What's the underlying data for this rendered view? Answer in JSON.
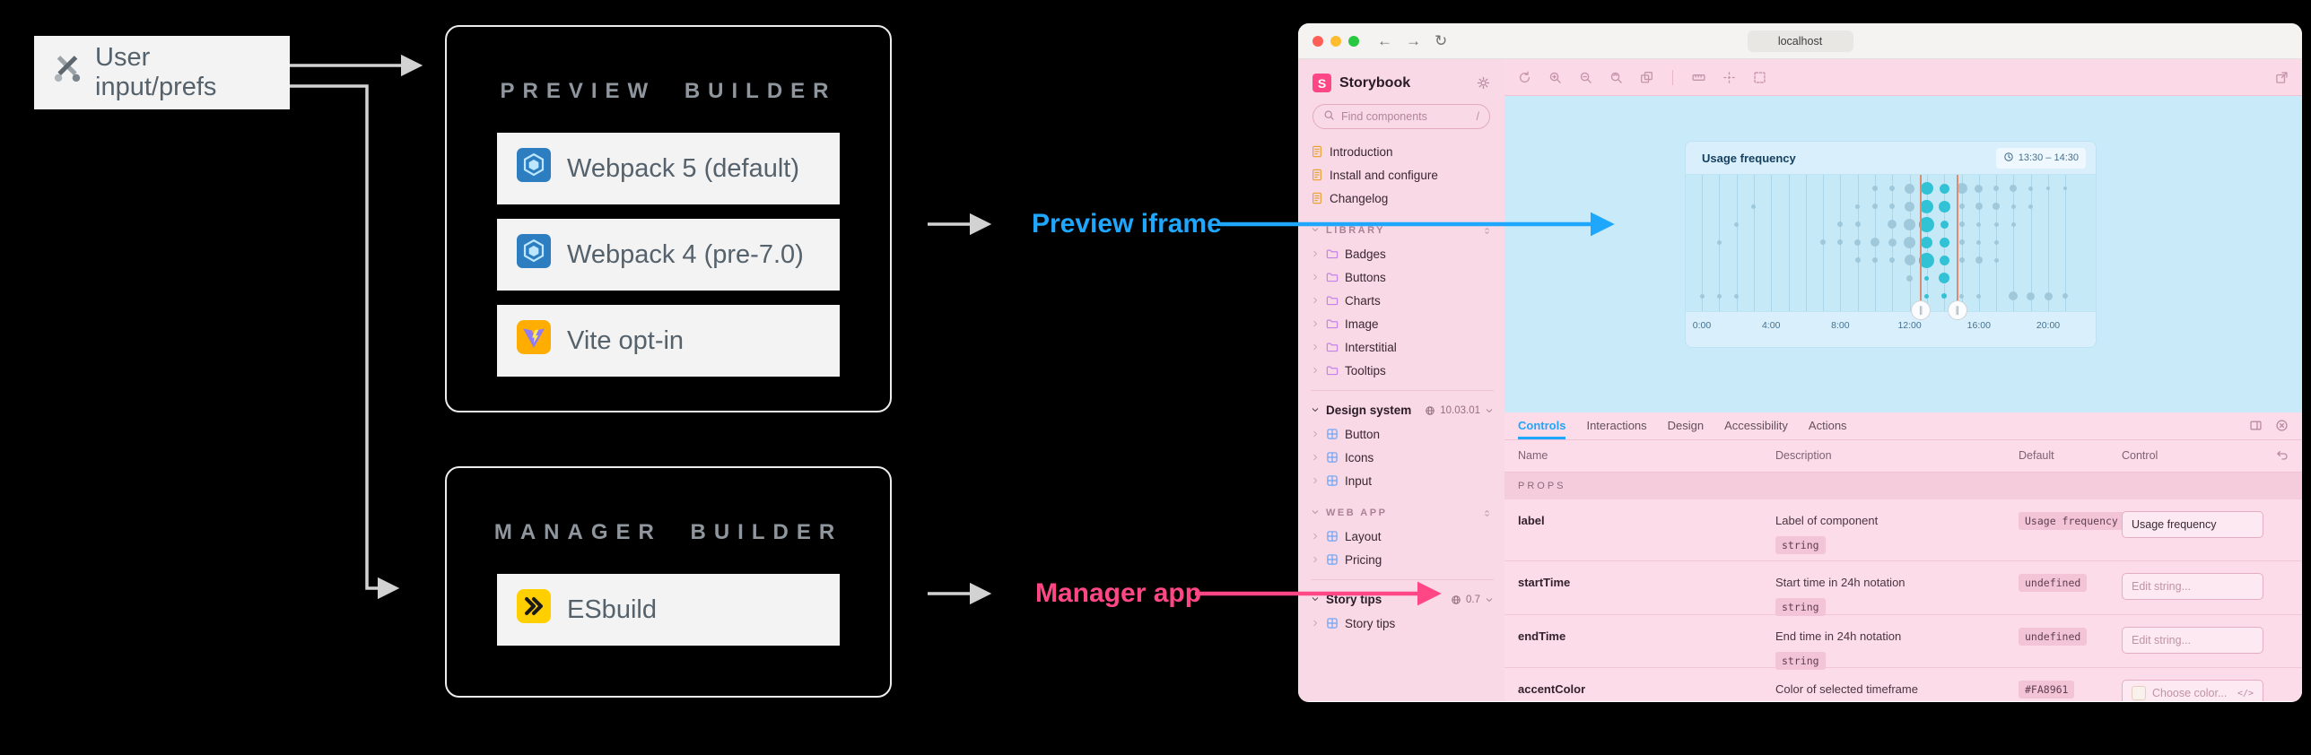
{
  "diagram": {
    "user_box": {
      "label": "User input/prefs",
      "icon": "tools-icon"
    },
    "preview_builder": {
      "title": "PREVIEW BUILDER",
      "items": [
        {
          "icon": "webpack-icon",
          "label": "Webpack 5 (default)"
        },
        {
          "icon": "webpack-icon",
          "label": "Webpack 4 (pre-7.0)"
        },
        {
          "icon": "vite-icon",
          "label": "Vite opt-in"
        }
      ]
    },
    "manager_builder": {
      "title": "MANAGER BUILDER",
      "items": [
        {
          "icon": "esbuild-icon",
          "label": "ESbuild"
        }
      ]
    },
    "preview_label": "Preview iframe",
    "manager_label": "Manager app",
    "colors": {
      "preview": "#1EA7FD",
      "manager": "#FF4785",
      "arrow": "#D2D2D2"
    }
  },
  "browser": {
    "url": "localhost"
  },
  "storybook": {
    "brand": "Storybook",
    "search": {
      "placeholder": "Find components",
      "shortcut": "/"
    },
    "sidebar": {
      "docs": [
        "Introduction",
        "Install and configure",
        "Changelog"
      ],
      "library": {
        "label": "LIBRARY",
        "items": [
          "Badges",
          "Buttons",
          "Charts",
          "Image",
          "Interstitial",
          "Tooltips"
        ]
      },
      "design_system": {
        "label": "Design system",
        "version": "10.03.01",
        "items": [
          "Button",
          "Icons",
          "Input"
        ]
      },
      "web_app": {
        "label": "WEB APP",
        "items": [
          "Layout",
          "Pricing"
        ]
      },
      "story_tips": {
        "label": "Story tips",
        "version": "0.7",
        "items": [
          "Story tips"
        ]
      }
    },
    "toolbar_icons": [
      "sync-icon",
      "zoom-in-icon",
      "zoom-out-icon",
      "zoom-reset-icon",
      "background-icon",
      "divider",
      "ruler-icon",
      "grid-icon",
      "outline-icon"
    ],
    "external_icon": "external-link-icon",
    "panel": {
      "tabs": [
        {
          "label": "Controls",
          "active": true
        },
        {
          "label": "Interactions",
          "active": false
        },
        {
          "label": "Design",
          "active": false
        },
        {
          "label": "Accessibility",
          "active": false
        },
        {
          "label": "Actions",
          "active": false
        }
      ],
      "columns": [
        "Name",
        "Description",
        "Default",
        "Control"
      ],
      "section": "PROPS",
      "rows": [
        {
          "name": "label",
          "description": "Label of component",
          "type": "string",
          "default_value": "Usage frequency",
          "control": {
            "kind": "text",
            "value": "Usage frequency",
            "placeholder": ""
          }
        },
        {
          "name": "startTime",
          "description": "Start time in 24h notation",
          "type": "string",
          "default_value": "undefined",
          "control": {
            "kind": "text",
            "value": "",
            "placeholder": "Edit string..."
          }
        },
        {
          "name": "endTime",
          "description": "End time in 24h notation",
          "type": "string",
          "default_value": "undefined",
          "control": {
            "kind": "text",
            "value": "",
            "placeholder": "Edit string..."
          }
        },
        {
          "name": "accentColor",
          "description": "Color of selected timeframe",
          "type": "",
          "default_value": "#FA8961",
          "control": {
            "kind": "color",
            "value": "",
            "placeholder": "Choose color..."
          }
        }
      ]
    }
  },
  "chart_data": {
    "type": "scatter",
    "title": "Usage frequency",
    "time_range_badge": "13:30 – 14:30",
    "x_ticks": [
      {
        "label": "0:00",
        "hour": 0
      },
      {
        "label": "4:00",
        "hour": 4
      },
      {
        "label": "8:00",
        "hour": 8
      },
      {
        "label": "12:00",
        "hour": 12
      },
      {
        "label": "16:00",
        "hour": 16
      },
      {
        "label": "20:00",
        "hour": 20
      }
    ],
    "hours_range": [
      0,
      21
    ],
    "rows": 7,
    "columns": [
      {
        "hour": 0,
        "selected": false,
        "dots": [
          0,
          0,
          0,
          0,
          0,
          0,
          5
        ]
      },
      {
        "hour": 1,
        "selected": false,
        "dots": [
          0,
          0,
          0,
          5,
          0,
          0,
          5
        ]
      },
      {
        "hour": 2,
        "selected": false,
        "dots": [
          0,
          0,
          5,
          0,
          0,
          0,
          5
        ]
      },
      {
        "hour": 3,
        "selected": false,
        "dots": [
          0,
          5,
          0,
          0,
          0,
          0,
          0
        ]
      },
      {
        "hour": 4,
        "selected": false,
        "dots": [
          0,
          0,
          0,
          0,
          0,
          0,
          0
        ]
      },
      {
        "hour": 5,
        "selected": false,
        "dots": [
          0,
          0,
          0,
          0,
          0,
          0,
          0
        ]
      },
      {
        "hour": 6,
        "selected": false,
        "dots": [
          0,
          0,
          0,
          0,
          0,
          0,
          0
        ]
      },
      {
        "hour": 7,
        "selected": false,
        "dots": [
          0,
          0,
          0,
          6,
          0,
          0,
          0
        ]
      },
      {
        "hour": 8,
        "selected": false,
        "dots": [
          0,
          0,
          6,
          6,
          0,
          0,
          0
        ]
      },
      {
        "hour": 9,
        "selected": false,
        "dots": [
          0,
          5,
          6,
          7,
          6,
          0,
          0
        ]
      },
      {
        "hour": 10,
        "selected": false,
        "dots": [
          6,
          6,
          0,
          10,
          6,
          0,
          0
        ]
      },
      {
        "hour": 11,
        "selected": false,
        "dots": [
          6,
          6,
          10,
          9,
          6,
          0,
          0
        ]
      },
      {
        "hour": 12,
        "selected": false,
        "dots": [
          11,
          11,
          13,
          13,
          12,
          7,
          0
        ]
      },
      {
        "hour": 13,
        "selected": true,
        "dots": [
          14,
          15,
          17,
          13,
          17,
          5,
          5
        ]
      },
      {
        "hour": 14,
        "selected": true,
        "dots": [
          11,
          13,
          9,
          11,
          11,
          12,
          6
        ]
      },
      {
        "hour": 15,
        "selected": false,
        "dots": [
          12,
          6,
          6,
          6,
          6,
          0,
          5
        ]
      },
      {
        "hour": 16,
        "selected": false,
        "dots": [
          9,
          8,
          5,
          5,
          8,
          0,
          5
        ]
      },
      {
        "hour": 17,
        "selected": false,
        "dots": [
          6,
          8,
          5,
          5,
          5,
          0,
          0
        ]
      },
      {
        "hour": 18,
        "selected": false,
        "dots": [
          8,
          5,
          5,
          0,
          0,
          0,
          10
        ]
      },
      {
        "hour": 19,
        "selected": false,
        "dots": [
          5,
          5,
          0,
          0,
          0,
          0,
          9
        ]
      },
      {
        "hour": 20,
        "selected": false,
        "dots": [
          4,
          0,
          0,
          0,
          0,
          0,
          9
        ]
      },
      {
        "hour": 21,
        "selected": false,
        "dots": [
          4,
          0,
          0,
          0,
          0,
          0,
          6
        ]
      }
    ],
    "selection": {
      "start_hour": 12.6,
      "end_hour": 14.7,
      "accent_color": "#FA8961"
    },
    "colors": {
      "dot": "#9FC9DB",
      "selected_dot": "#32C2D5",
      "gridline": "#AAD6EA",
      "plot_bg": "#C6E9F8"
    }
  }
}
